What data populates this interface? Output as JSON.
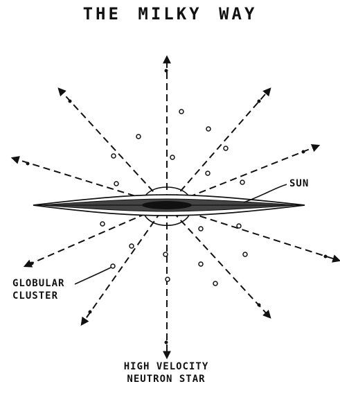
{
  "title": "THE MILKY WAY",
  "labels": {
    "sun": "SUN",
    "globular_cluster_line1": "GLOBULAR",
    "globular_cluster_line2": "CLUSTER",
    "neutron_star_line1": "HIGH VELOCITY",
    "neutron_star_line2": "NEUTRON STAR"
  },
  "colors": {
    "ink": "#111111",
    "background": "#ffffff"
  }
}
